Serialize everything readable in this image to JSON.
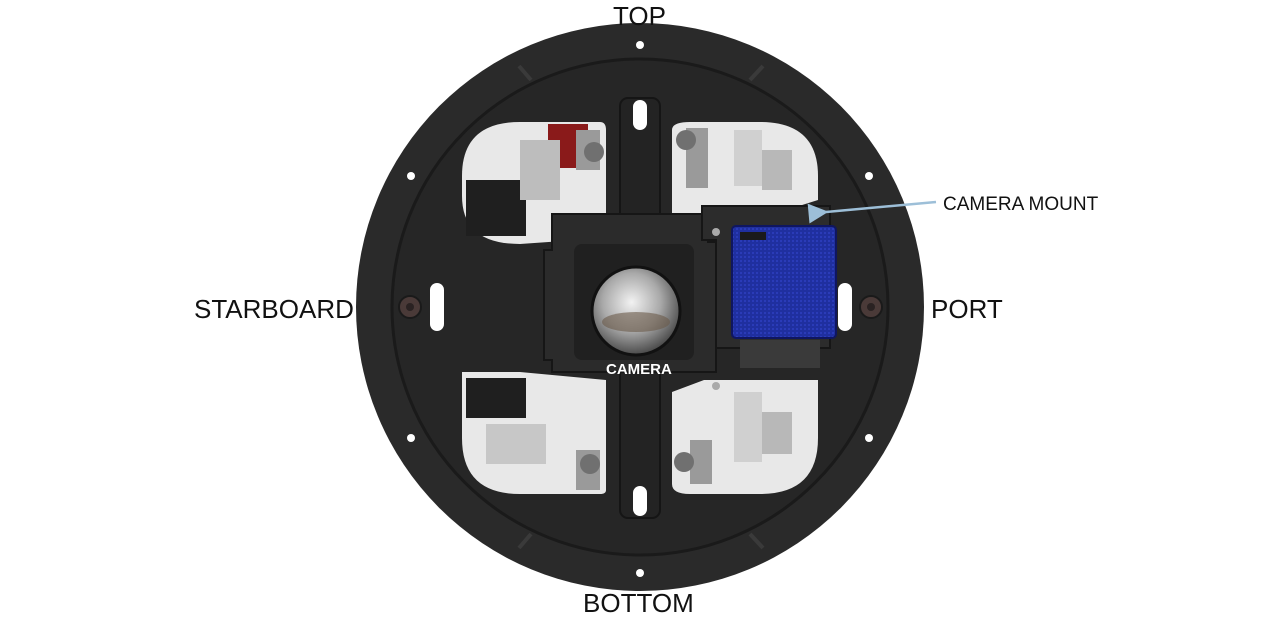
{
  "labels": {
    "top": "TOP",
    "bottom": "BOTTOM",
    "starboard": "STARBOARD",
    "port": "PORT",
    "camera": "CAMERA",
    "camera_mount": "CAMERA MOUNT"
  },
  "colors": {
    "plate": "#262626",
    "camera_mount": "#1c2a9e",
    "pointer_arrow": "#9dbfd8",
    "lens": "#b9b9b9"
  }
}
